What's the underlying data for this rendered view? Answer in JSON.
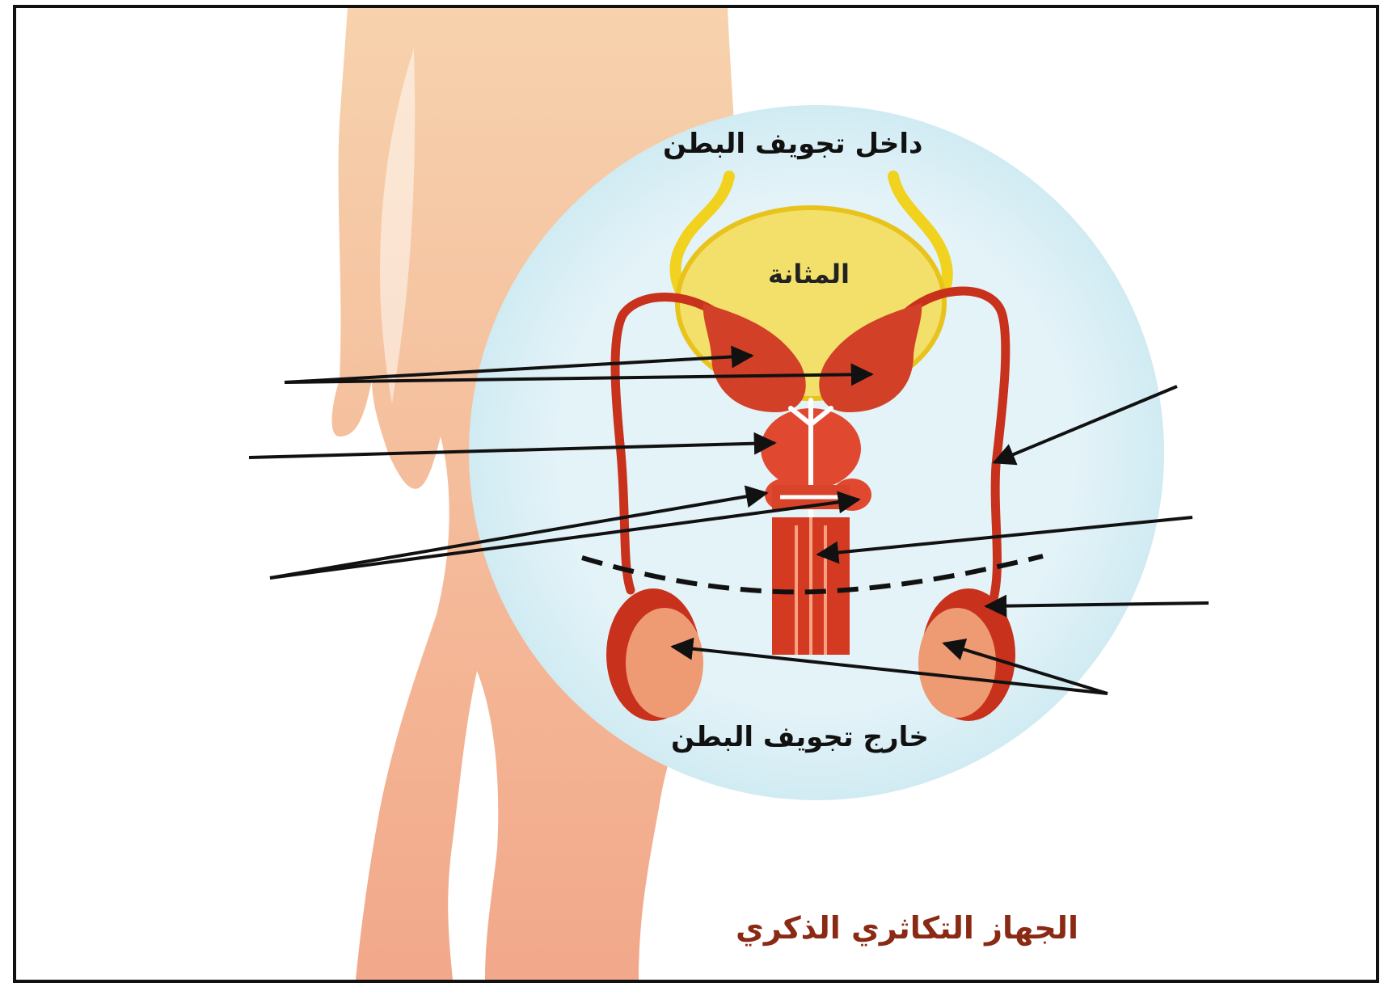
{
  "labels": {
    "inside_abdomen": "داخل تجويف البطن",
    "bladder": "المثانة",
    "outside_abdomen": "خارج تجويف البطن",
    "title": "الجهاز التكاثري الذكري"
  },
  "colors": {
    "skin": "#f6c9a3",
    "circle": "#dff1f7",
    "bladder": "#f3e06a",
    "ureter": "#f0d21f",
    "organ": "#c8321d",
    "organ_light": "#e9553a",
    "testis": "#ee9a72",
    "arrow": "#111111",
    "title": "#8a2a14"
  },
  "pointer_lines": [
    {
      "name": "pointer-seminal-vesicles-left"
    },
    {
      "name": "pointer-seminal-vesicles-right"
    },
    {
      "name": "pointer-prostate"
    },
    {
      "name": "pointer-cowper-left"
    },
    {
      "name": "pointer-cowper-right"
    },
    {
      "name": "pointer-vas-deferens"
    },
    {
      "name": "pointer-urethra"
    },
    {
      "name": "pointer-epididymis"
    },
    {
      "name": "pointer-testis-left"
    },
    {
      "name": "pointer-testis-right"
    }
  ]
}
